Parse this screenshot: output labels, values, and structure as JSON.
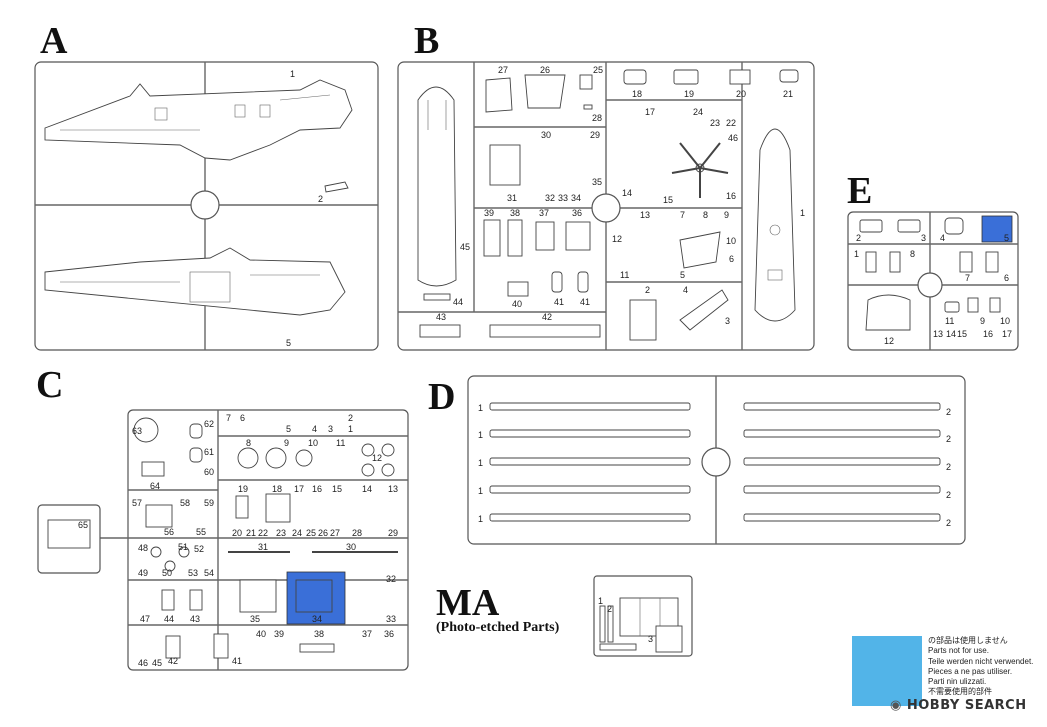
{
  "sprues": {
    "A": {
      "letter": "A",
      "parts": [
        "1",
        "2",
        "5"
      ]
    },
    "B": {
      "letter": "B",
      "parts": [
        "27",
        "26",
        "25",
        "28",
        "18",
        "19",
        "20",
        "21",
        "17",
        "24",
        "23",
        "22",
        "46",
        "30",
        "29",
        "31",
        "32",
        "33",
        "34",
        "35",
        "14",
        "15",
        "16",
        "13",
        "7",
        "8",
        "9",
        "10",
        "12",
        "11",
        "6",
        "5",
        "4",
        "2",
        "3",
        "1",
        "39",
        "38",
        "37",
        "36",
        "45",
        "44",
        "40",
        "41",
        "41",
        "43",
        "42"
      ]
    },
    "C": {
      "letter": "C",
      "parts": [
        "63",
        "62",
        "61",
        "60",
        "64",
        "7",
        "6",
        "5",
        "4",
        "3",
        "2",
        "1",
        "8",
        "9",
        "10",
        "11",
        "12",
        "19",
        "18",
        "17",
        "16",
        "15",
        "14",
        "13",
        "57",
        "58",
        "59",
        "56",
        "55",
        "20",
        "21",
        "22",
        "23",
        "24",
        "25",
        "26",
        "27",
        "28",
        "29",
        "31",
        "30",
        "48",
        "51",
        "52",
        "49",
        "50",
        "53",
        "54",
        "32",
        "33",
        "35",
        "34",
        "47",
        "44",
        "43",
        "40",
        "39",
        "38",
        "37",
        "36",
        "46",
        "45",
        "42",
        "41",
        "65"
      ]
    },
    "D": {
      "letter": "D",
      "parts": [
        "1",
        "2",
        "1",
        "2",
        "1",
        "2",
        "1",
        "2",
        "1",
        "2"
      ]
    },
    "E": {
      "letter": "E",
      "parts": [
        "2",
        "3",
        "4",
        "5",
        "1",
        "8",
        "7",
        "6",
        "11",
        "9",
        "10",
        "12",
        "13",
        "14",
        "15",
        "16",
        "17"
      ]
    },
    "MA": {
      "letter": "MA",
      "subtitle": "(Photo-etched Parts)",
      "parts": [
        "1",
        "2",
        "3"
      ]
    }
  },
  "legend": {
    "color": "#52b4e8",
    "lines": [
      "の部品は使用しません",
      "Parts not for use.",
      "Teile werden nicht verwendet.",
      "Pieces a ne pas utiliser.",
      "Parti nin ulizzati.",
      "不需要使用的部件"
    ]
  },
  "watermark": {
    "brand": "HOBBY SEARCH"
  },
  "colors": {
    "line": "#444444",
    "unused": "#3a6fd8"
  }
}
